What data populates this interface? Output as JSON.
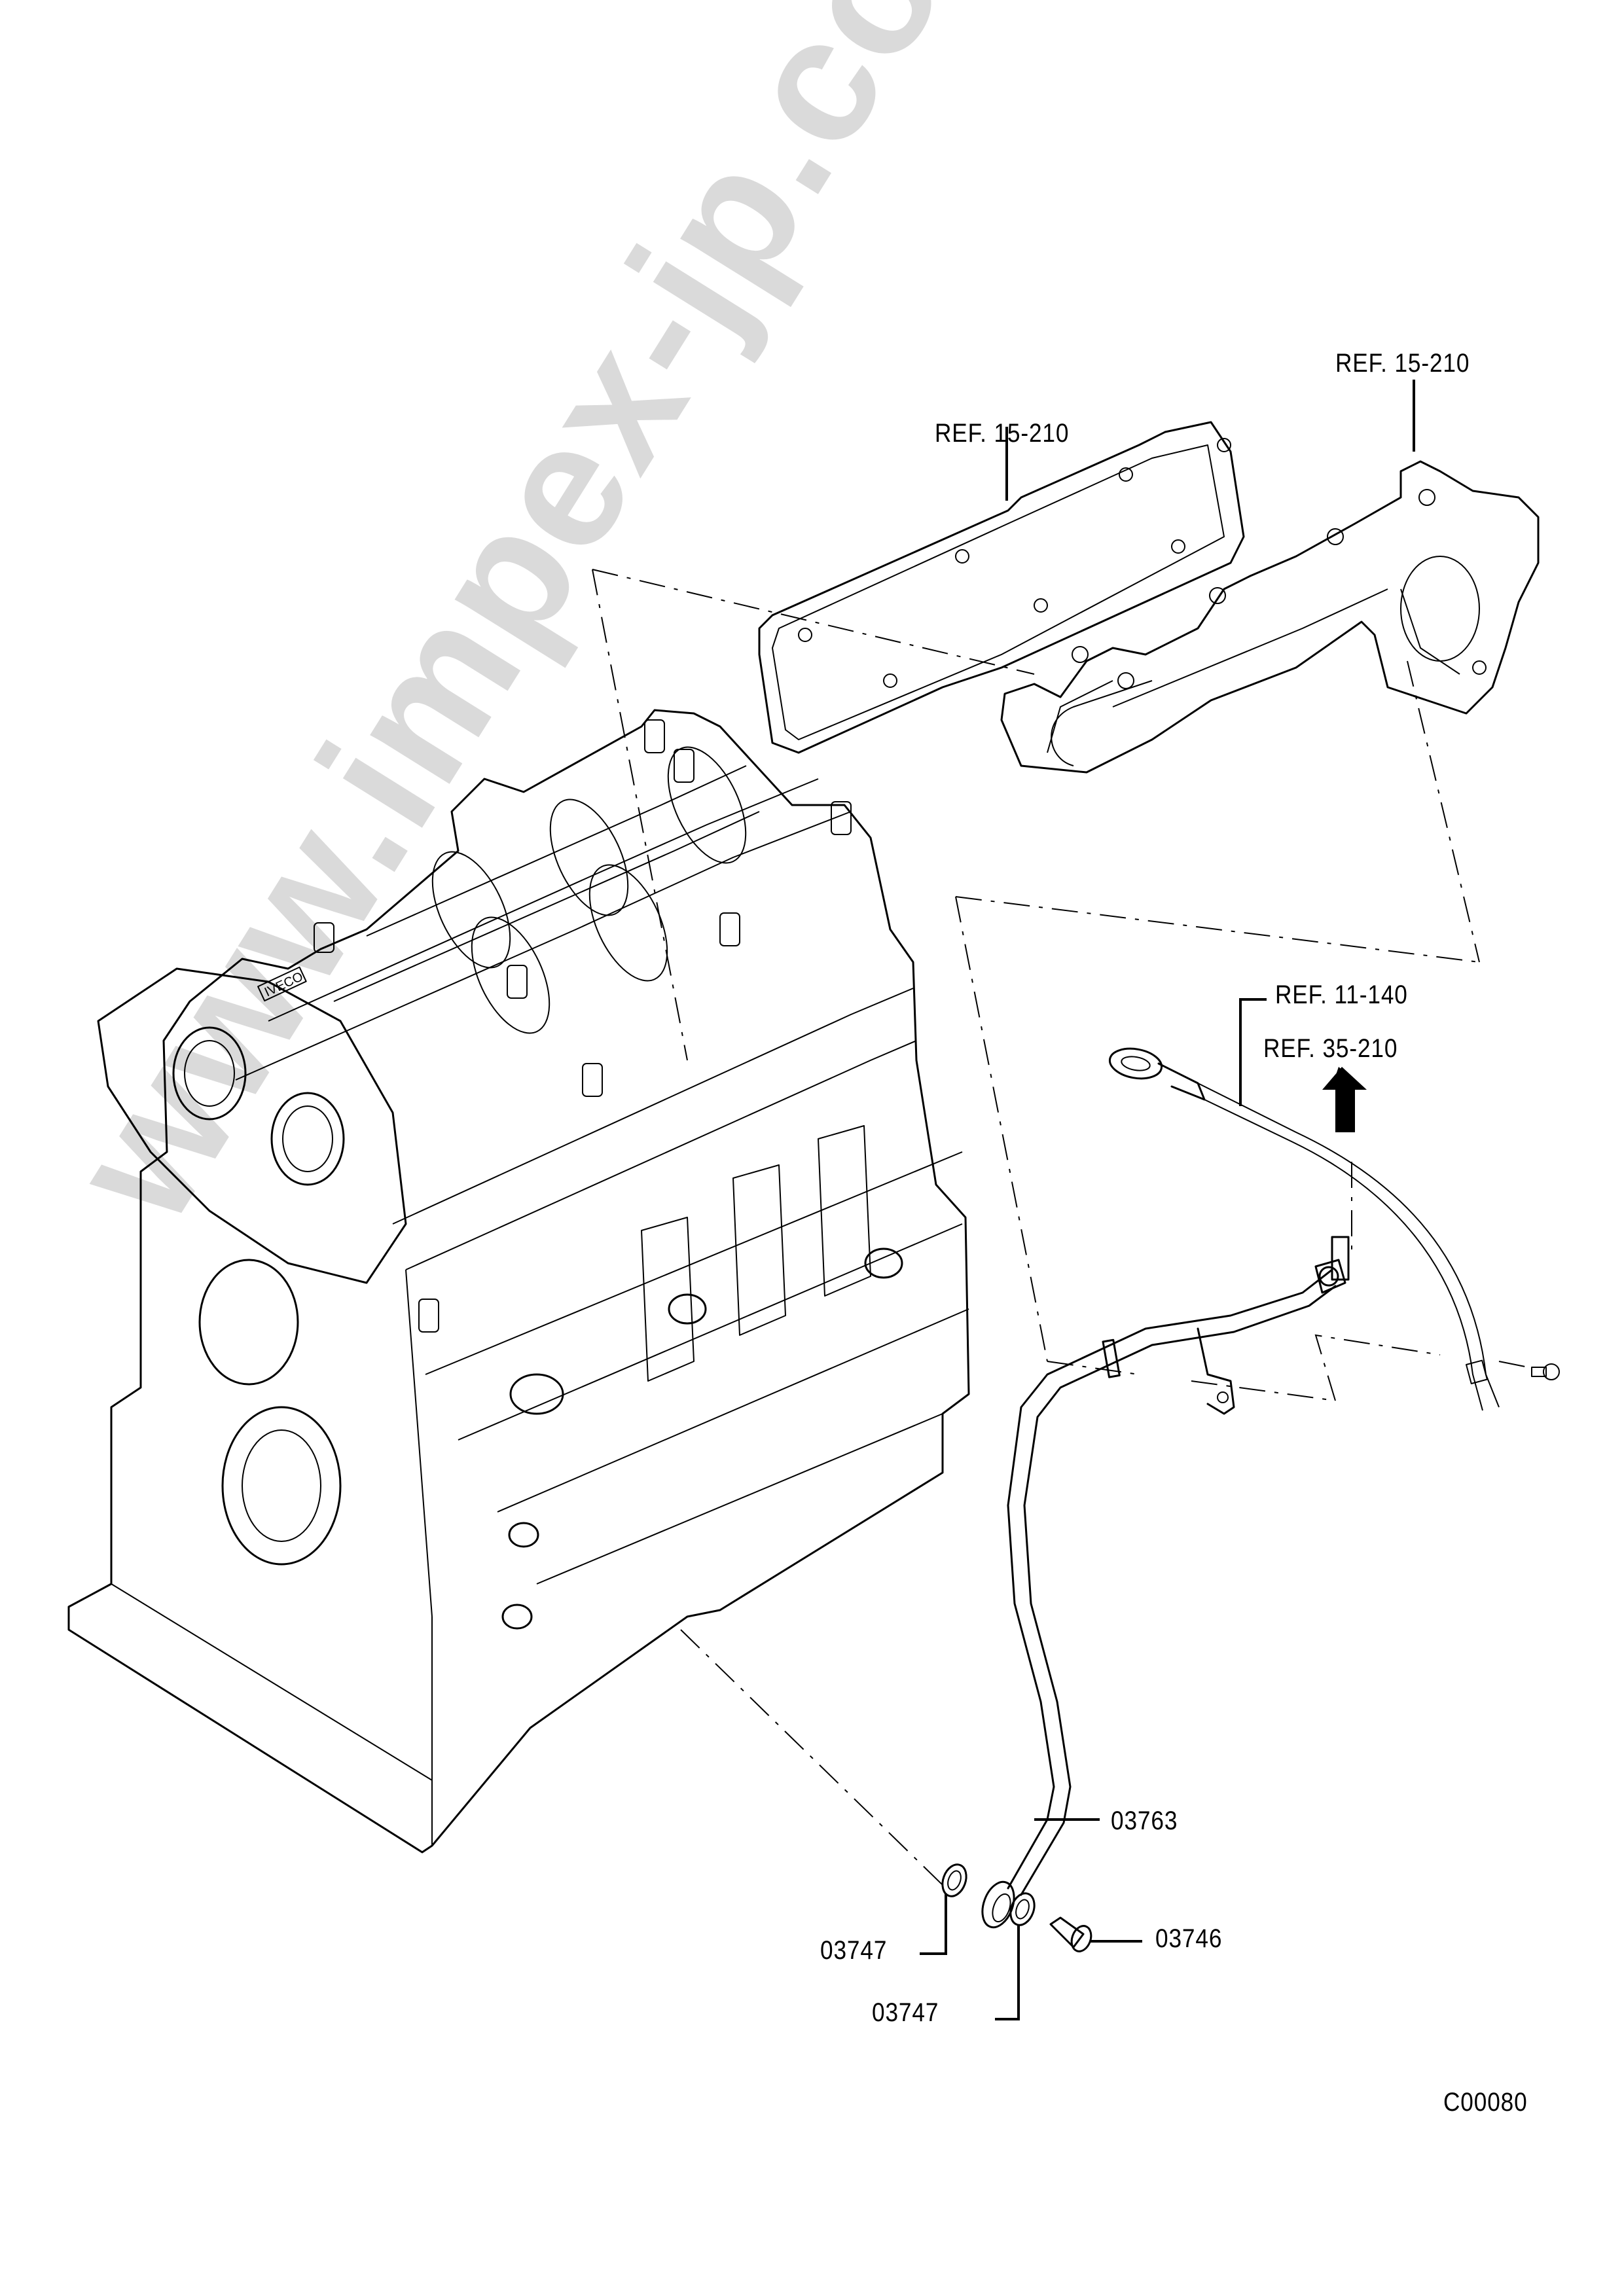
{
  "diagram": {
    "title_code": "C00080",
    "watermark": "www.impex-jp.com",
    "brand_on_cover": "IVECO",
    "references": [
      {
        "id": "ref-gasket",
        "label": "REF. 15-210",
        "target": "intake manifold gasket"
      },
      {
        "id": "ref-manifold",
        "label": "REF. 15-210",
        "target": "intake manifold"
      },
      {
        "id": "ref-dipstick",
        "label": "REF. 11-140",
        "target": "oil dipstick"
      },
      {
        "id": "ref-arrow",
        "label": "REF. 35-210",
        "target": "direction arrow"
      }
    ],
    "parts": [
      {
        "id": "part-pipe",
        "number": "03763",
        "description": "oil pipe"
      },
      {
        "id": "part-washer-1",
        "number": "03747",
        "description": "sealing washer"
      },
      {
        "id": "part-washer-2",
        "number": "03747",
        "description": "sealing washer"
      },
      {
        "id": "part-bolt",
        "number": "03746",
        "description": "banjo bolt"
      }
    ]
  }
}
